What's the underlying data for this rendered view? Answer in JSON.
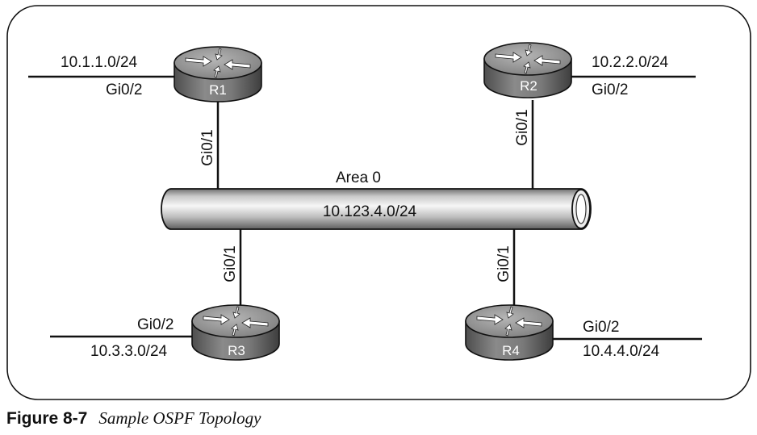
{
  "area_label": "Area 0",
  "backbone_subnet": "10.123.4.0/24",
  "routers": [
    {
      "id": "r1",
      "name": "R1",
      "lan_subnet": "10.1.1.0/24",
      "lan_interface": "Gi0/2",
      "backbone_interface": "Gi0/1"
    },
    {
      "id": "r2",
      "name": "R2",
      "lan_subnet": "10.2.2.0/24",
      "lan_interface": "Gi0/2",
      "backbone_interface": "Gi0/1"
    },
    {
      "id": "r3",
      "name": "R3",
      "lan_subnet": "10.3.3.0/24",
      "lan_interface": "Gi0/2",
      "backbone_interface": "Gi0/1"
    },
    {
      "id": "r4",
      "name": "R4",
      "lan_subnet": "10.4.4.0/24",
      "lan_interface": "Gi0/2",
      "backbone_interface": "Gi0/1"
    }
  ],
  "caption": {
    "label": "Figure 8-7",
    "title": "Sample OSPF Topology"
  },
  "colors": {
    "router_body": "#6a6a6a",
    "router_top": "#9a9a9a",
    "pipe_light": "#f2f2f2",
    "pipe_dark": "#8c8c8c",
    "line": "#111111"
  }
}
